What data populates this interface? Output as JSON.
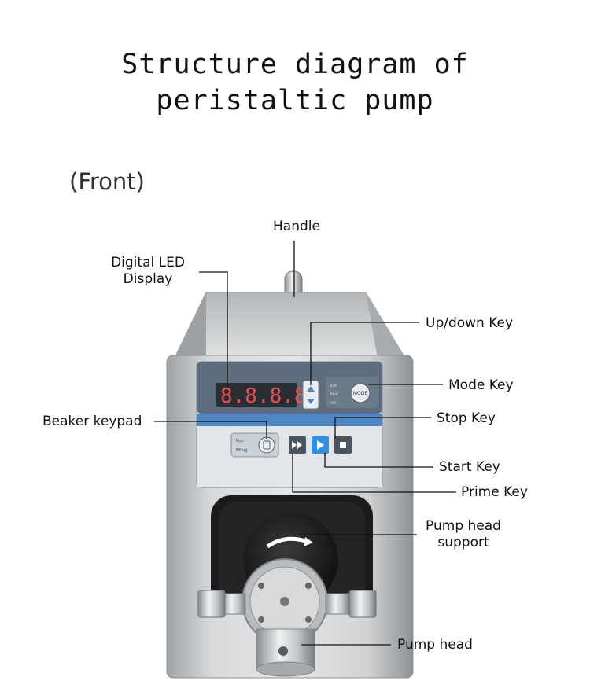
{
  "title": {
    "line1": "Structure diagram of",
    "line2": "peristaltic pump"
  },
  "view_label": "(Front)",
  "display": {
    "digits": "8.8.8.8.",
    "mode_button": "MODE",
    "mode_indicators": [
      "Ext",
      "Fast",
      "Int"
    ],
    "keypad_labels": [
      "Run",
      "Filling"
    ]
  },
  "callouts": {
    "handle": "Handle",
    "digital_led_display": [
      "Digital LED",
      "Display"
    ],
    "up_down_key": "Up/down  Key",
    "mode_key": "Mode  Key",
    "beaker_keypad": "Beaker keypad",
    "stop_key": "Stop  Key",
    "start_key": "Start  Key",
    "prime_key": "Prime  Key",
    "pump_head_support": [
      "Pump head",
      "support"
    ],
    "pump_head": "Pump head"
  },
  "colors": {
    "panel_dark": "#5d6d7d",
    "panel_blue": "#4f86c6",
    "led": "#e85050",
    "start_blue": "#2f8fe0",
    "steel": "#c9cbcd"
  }
}
